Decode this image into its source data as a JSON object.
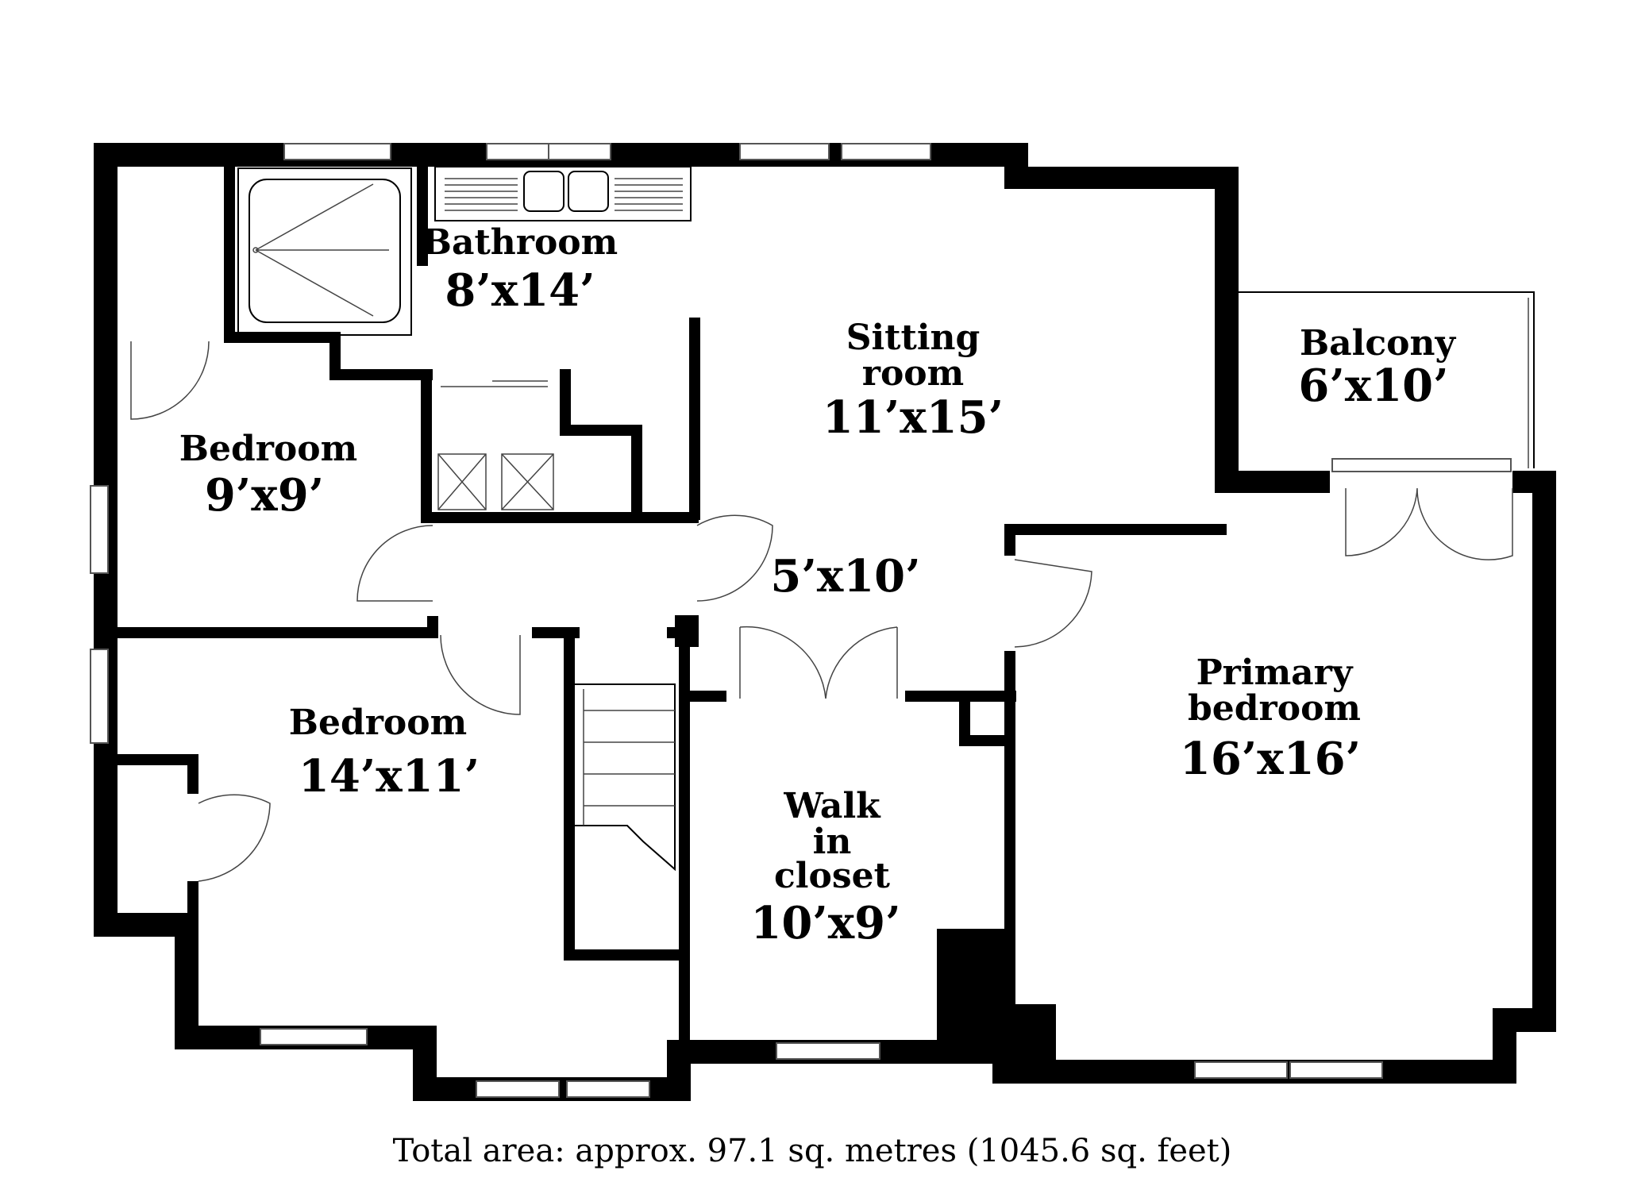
{
  "rooms": {
    "bathroom": {
      "name": "Bathroom",
      "size": "8’x14’"
    },
    "sitting_room": {
      "name_line1": "Sitting",
      "name_line2": "room",
      "size": "11’x15’"
    },
    "balcony": {
      "name": "Balcony",
      "size": "6’x10’"
    },
    "bedroom_small": {
      "name": "Bedroom",
      "size": "9’x9’"
    },
    "landing": {
      "size": "5’x10’"
    },
    "bedroom_large": {
      "name": "Bedroom",
      "size": "14’x11’"
    },
    "walk_in_closet": {
      "name_line1": "Walk",
      "name_line2": "in",
      "name_line3": "closet",
      "size": "10’x9’"
    },
    "primary_bedroom": {
      "name_line1": "Primary",
      "name_line2": "bedroom",
      "size": "16’x16’"
    }
  },
  "footer": {
    "total_area": "Total area: approx. 97.1 sq. metres (1045.6 sq. feet)"
  }
}
